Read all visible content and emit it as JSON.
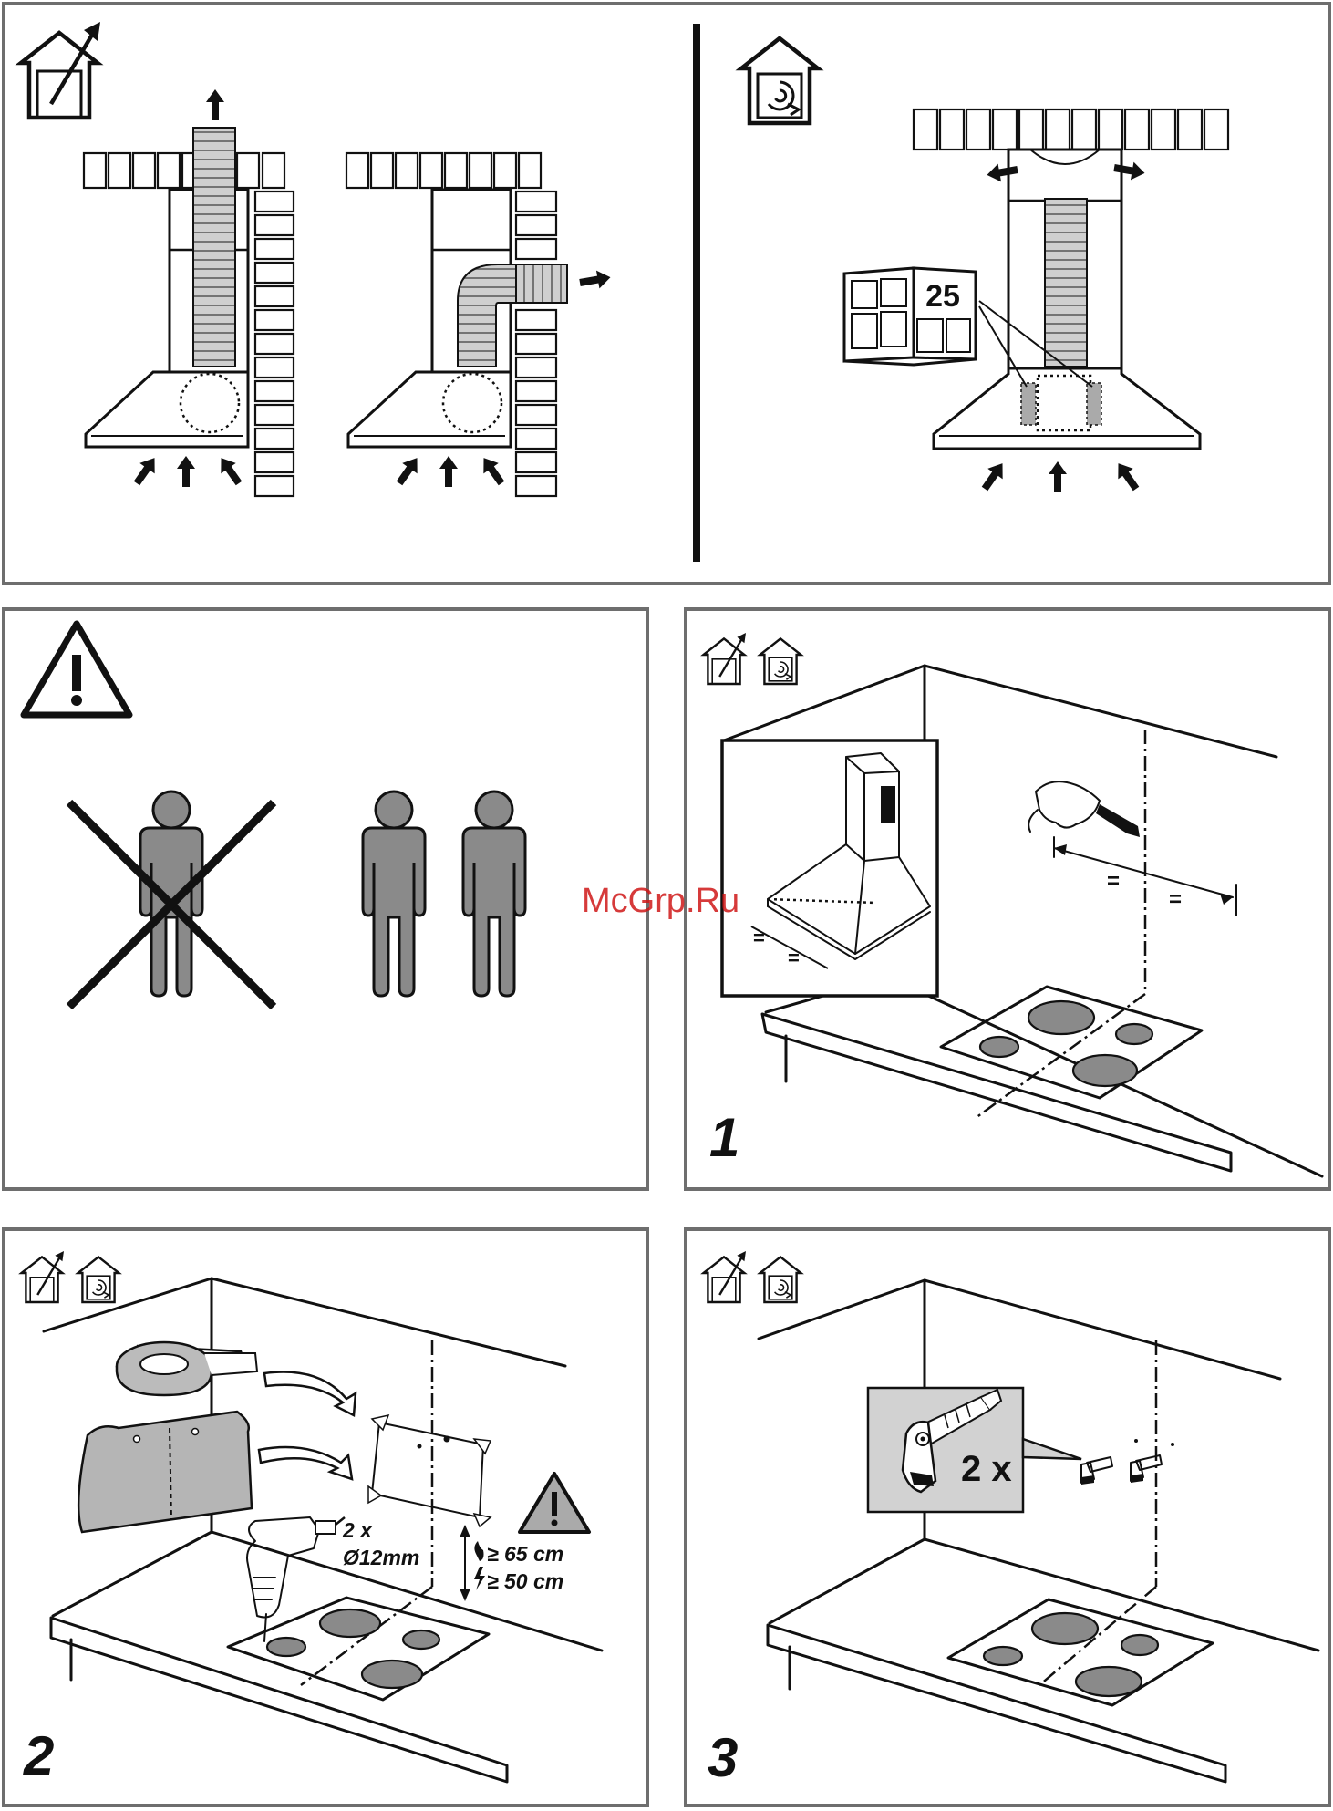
{
  "panels": {
    "recirc": {
      "page_ref": "25"
    },
    "step1": {
      "number": "1",
      "equal_a": "=",
      "equal_b": "=",
      "equal_c": "=",
      "equal_d": "="
    },
    "step2": {
      "number": "2",
      "drill_count": "2 x",
      "drill_size": "Ø12mm",
      "gas_clearance": "≥ 65 cm",
      "electric_clearance": "≥ 50 cm"
    },
    "step3": {
      "number": "3",
      "count": "2 x"
    }
  },
  "watermark": "McGrp.Ru",
  "colors": {
    "frame": "#6e6e6e",
    "figure": "#8a8a8a",
    "duct": "#cfcfcf",
    "watermark": "#d01818"
  }
}
